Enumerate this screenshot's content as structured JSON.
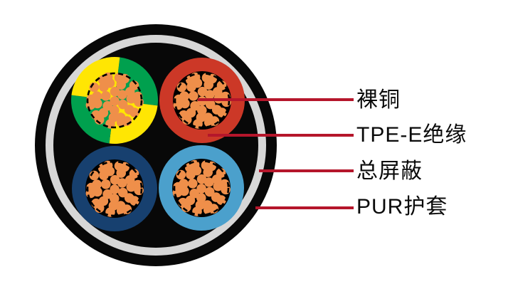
{
  "diagram": {
    "type": "cable-cross-section",
    "callouts": [
      {
        "label": "裸铜",
        "target": "copper-strands"
      },
      {
        "label": "TPE-E绝缘",
        "target": "core-insulation"
      },
      {
        "label": "总屏蔽",
        "target": "overall-shield"
      },
      {
        "label": "PUR护套",
        "target": "outer-jacket"
      }
    ],
    "conductors": [
      {
        "name": "conductor-green-yellow",
        "insulation": "green-yellow"
      },
      {
        "name": "conductor-red",
        "insulation": "red"
      },
      {
        "name": "conductor-navy",
        "insulation": "navy"
      },
      {
        "name": "conductor-light-blue",
        "insulation": "light-blue"
      }
    ],
    "colors": {
      "jacket_black": "#080808",
      "shield_gray": "#d7d7d7",
      "filler_black": "#080808",
      "copper": "#ef8f4a",
      "green": "#00a04e",
      "yellow": "#ffe603",
      "red": "#cc3827",
      "navy": "#17406f",
      "light_blue": "#4ba0cc",
      "callout_line": "#b5162b",
      "label_text": "#0a0a0a"
    }
  }
}
